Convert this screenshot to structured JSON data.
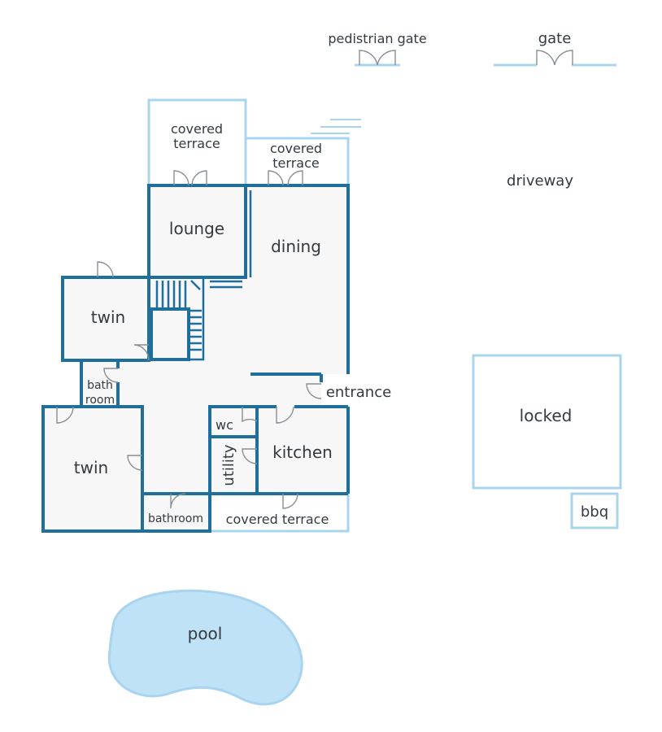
{
  "labels": {
    "pedestrian_gate": "pedistrian gate",
    "gate": "gate",
    "covered_terrace_left_1": "covered",
    "covered_terrace_left_2": "terrace",
    "covered_terrace_right_1": "covered",
    "covered_terrace_right_2": "terrace",
    "driveway": "driveway",
    "lounge": "lounge",
    "dining": "dining",
    "twin_top": "twin",
    "bath_room_1": "bath",
    "bath_room_2": "room",
    "entrance": "entrance",
    "locked": "locked",
    "wc": "wc",
    "kitchen": "kitchen",
    "twin_bottom": "twin",
    "utility": "utility",
    "bathroom": "bathroom",
    "covered_terrace_bottom": "covered terrace",
    "bbq": "bbq",
    "pool": "pool"
  },
  "colors": {
    "interior_wall": "#1f6e9c",
    "exterior_line": "#a9d4ef",
    "pool_fill": "#bfe2f7",
    "floor": "#f7f7f7",
    "door_swing": "#8a8f94",
    "text": "#333a40"
  }
}
